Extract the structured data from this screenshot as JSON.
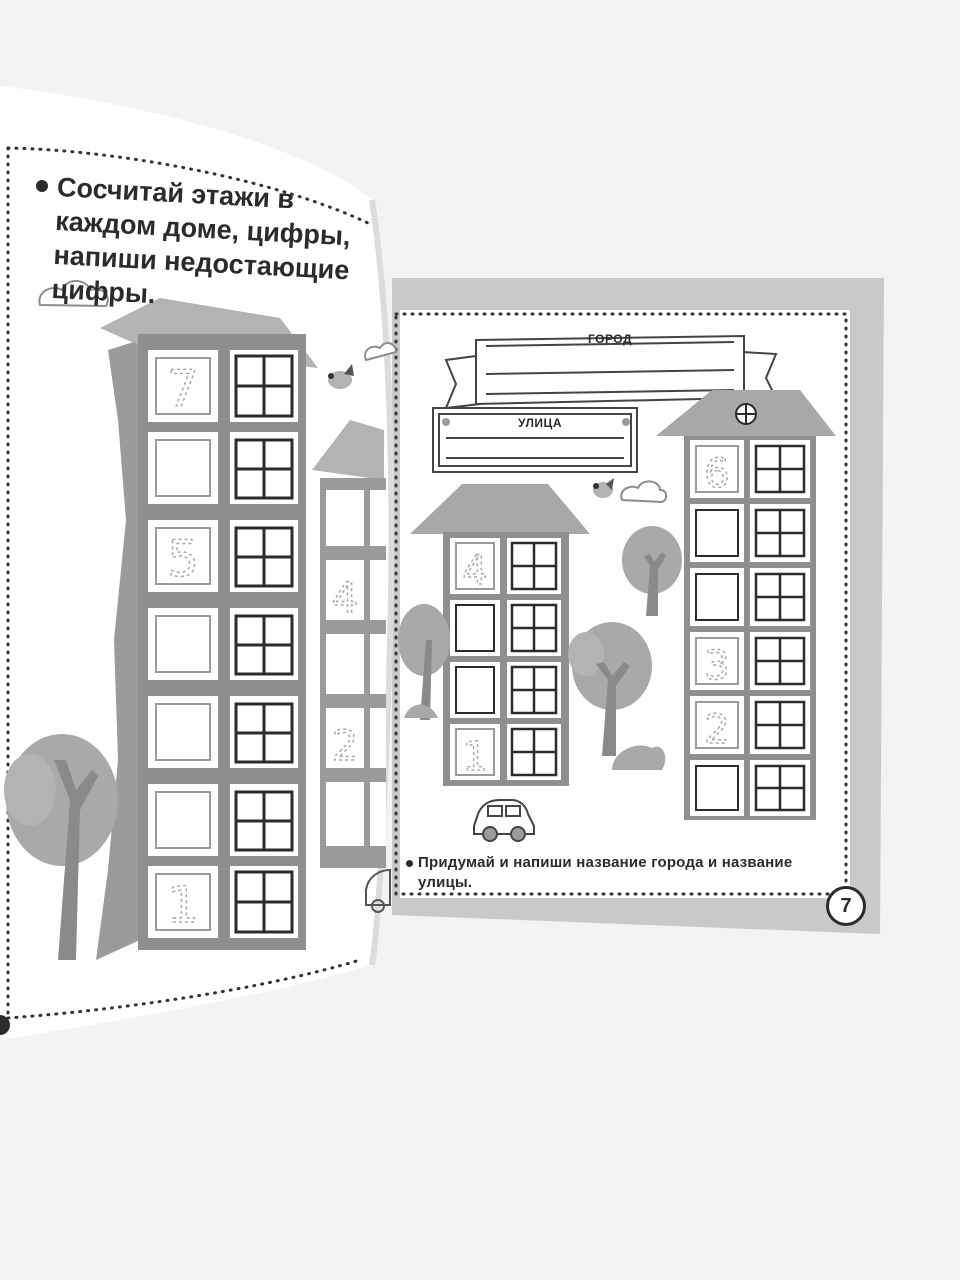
{
  "left_page": {
    "instruction": "Сосчитай этажи в каждом доме, цифры, напиши недостающие цифры.",
    "tall_building_digits": [
      "7",
      "5",
      "1"
    ],
    "small_building_digits": [
      "4",
      "2"
    ]
  },
  "right_page": {
    "city_label": "ГОРОД",
    "street_label": "УЛИЦА",
    "left_building_digits": [
      "4",
      "1"
    ],
    "right_building_digits": [
      "6",
      "3",
      "2"
    ],
    "instruction": "Придумай и напиши название города и название улицы.",
    "page_number": "7"
  },
  "colors": {
    "background": "#f3f3f3",
    "paper": "#ffffff",
    "building_gray": "#9b9b9b",
    "roof_gray": "#a8a8a8",
    "text": "#2b2b2b"
  },
  "icons": [
    "cloud-icon",
    "bird-icon",
    "tree-icon",
    "car-icon"
  ]
}
